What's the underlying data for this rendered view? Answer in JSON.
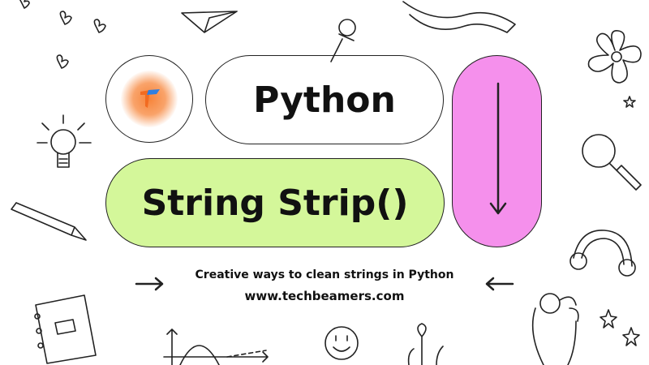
{
  "banner": {
    "title_top": "Python",
    "title_main": "String Strip()",
    "subtitle": "Creative ways to clean strings in Python",
    "website": "www.techbeamers.com"
  },
  "colors": {
    "green_pill": "#d4f79a",
    "pink_pill": "#f590ec",
    "logo_orange": "#f7843a",
    "logo_blue": "#2f7fe0"
  },
  "icons": [
    "logo-icon",
    "down-arrow-icon",
    "right-arrow-icon",
    "left-arrow-icon",
    "paper-plane-icon",
    "pushpin-icon",
    "lightbulb-icon",
    "pencil-icon",
    "notebook-icon",
    "graph-icon",
    "smiley-icon",
    "flower-icon",
    "magnifier-icon",
    "rainbow-icon",
    "ok-hand-icon",
    "heart-icon",
    "star-icon",
    "ribbon-icon"
  ]
}
